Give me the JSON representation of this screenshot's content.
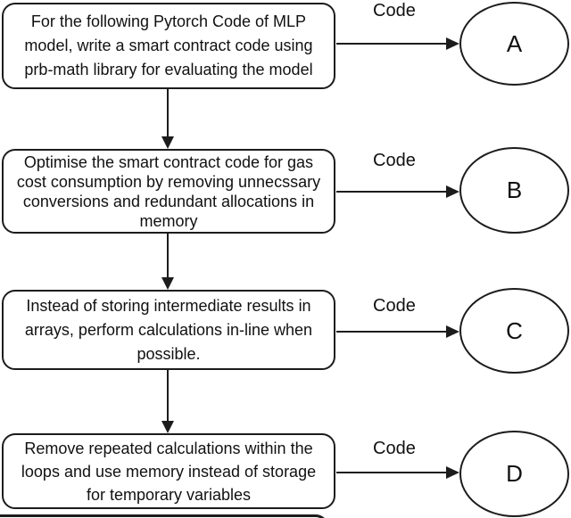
{
  "figure": {
    "background": "#ffffff",
    "stroke_color": "#1c1c1c",
    "rows": [
      {
        "box_text": "For the following Pytorch Code of MLP\nmodel, write a smart contract code using\nprb-math library for evaluating the model",
        "arrow_label": "Code",
        "ellipse_label": "A"
      },
      {
        "box_text": "Optimise the smart contract code for gas\ncost consumption by removing unnecssary\nconversions and redundant allocations in\nmemory",
        "arrow_label": "Code",
        "ellipse_label": "B"
      },
      {
        "box_text": "Instead of storing intermediate results in\narrays, perform calculations in-line when\npossible.",
        "arrow_label": "Code",
        "ellipse_label": "C"
      },
      {
        "box_text": "Remove repeated calculations within the\nloops and use memory instead of storage\nfor temporary variables",
        "arrow_label": "Code",
        "ellipse_label": "D"
      }
    ]
  }
}
